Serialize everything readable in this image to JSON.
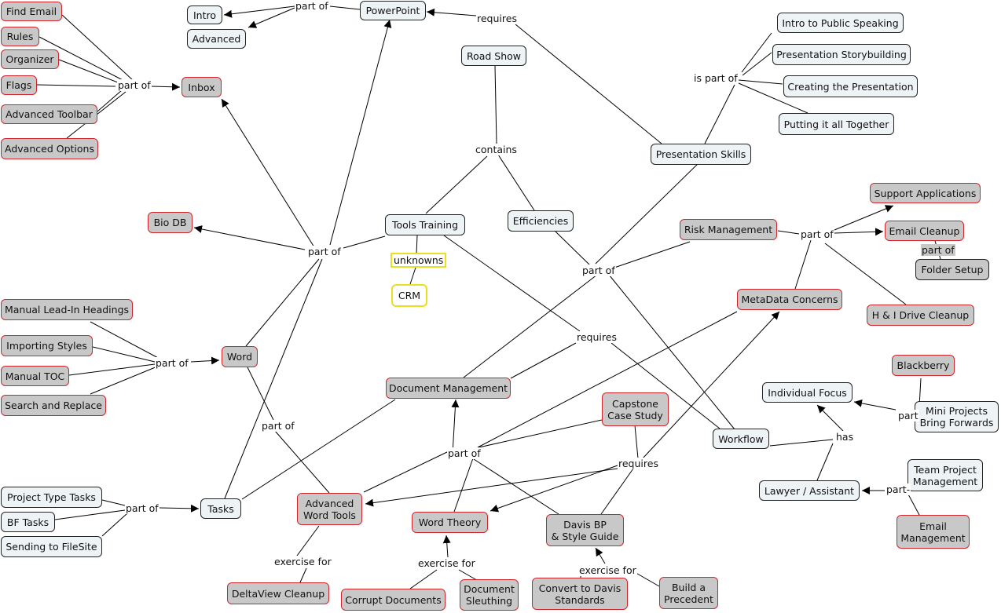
{
  "nodes": {
    "find_email": "Find Email",
    "rules": "Rules",
    "organizer": "Organizer",
    "flags": "Flags",
    "advanced_toolbar": "Advanced Toolbar",
    "advanced_options": "Advanced Options",
    "inbox": "Inbox",
    "intro": "Intro",
    "advanced": "Advanced",
    "powerpoint": "PowerPoint",
    "road_show": "Road Show",
    "intro_public_speaking": "Intro to Public Speaking",
    "presentation_storybuilding": "Presentation Storybuilding",
    "creating_presentation": "Creating the Presentation",
    "putting_together": "Putting it all Together",
    "presentation_skills": "Presentation Skills",
    "bio_db": "Bio DB",
    "tools_training": "Tools Training",
    "crm": "CRM",
    "efficiencies": "Efficiencies",
    "support_applications": "Support Applications",
    "risk_management": "Risk Management",
    "email_cleanup": "Email Cleanup",
    "folder_setup": "Folder Setup",
    "metadata_concerns": "MetaData Concerns",
    "hi_drive_cleanup": "H & I Drive Cleanup",
    "manual_leadin": "Manual Lead-In Headings",
    "importing_styles": "Importing Styles",
    "manual_toc": "Manual TOC",
    "search_replace": "Search and Replace",
    "word": "Word",
    "document_management": "Document Management",
    "capstone": "Capstone\nCase Study",
    "blackberry": "Blackberry",
    "individual_focus": "Individual Focus",
    "mini_projects": "Mini Projects\nBring Forwards",
    "workflow": "Workflow",
    "project_type_tasks": "Project Type Tasks",
    "bf_tasks": "BF Tasks",
    "sending_filesite": "Sending to FileSite",
    "tasks": "Tasks",
    "advanced_word_tools": "Advanced\nWord Tools",
    "word_theory": "Word Theory",
    "davis_bp": "Davis BP\n& Style Guide",
    "team_project_mgmt": "Team Project\nManagement",
    "lawyer_assistant": "Lawyer / Assistant",
    "email_management": "Email\nManagement",
    "deltaview": "DeltaView Cleanup",
    "corrupt_docs": "Corrupt Documents",
    "doc_sleuthing": "Document\nSleuthing",
    "convert_davis": "Convert to Davis\nStandards",
    "build_precedent": "Build a\nPrecedent"
  },
  "links": {
    "part_of": "part of",
    "requires": "requires",
    "contains": "contains",
    "is_part_of": "is part of",
    "unknowns": "unknowns",
    "has": "has",
    "exercise_for": "exercise for",
    "part_short": "part",
    "part_dash": "part-"
  },
  "colors": {
    "gray_fill": "#c8c8c8",
    "red_border": "#d0242b",
    "light_fill": "#eef3f6",
    "yellow_border": "#e8e020"
  }
}
